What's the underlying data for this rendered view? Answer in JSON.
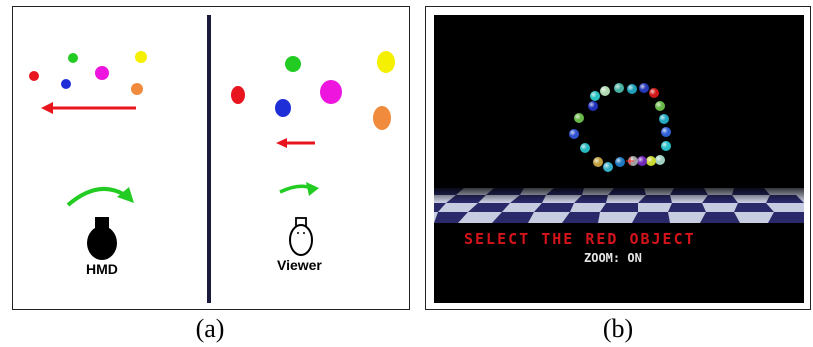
{
  "panel_a": {
    "label_left": "HMD",
    "label_right": "Viewer",
    "colors": {
      "red": "#e8141e",
      "green": "#22cc22",
      "blue": "#1f2fd8",
      "magenta": "#ee16de",
      "yellow": "#f4f000",
      "orange": "#f08a3c",
      "divider": "#1a1a3c"
    }
  },
  "panel_b": {
    "prompt": "SELECT THE RED OBJECT",
    "zoom_status": "ZOOM: ON",
    "colors": {
      "prompt": "#d4141a",
      "zoom": "#e6e6e6",
      "floor_light": "#c8cce0",
      "floor_dark": "#2a2a6a"
    }
  },
  "captions": {
    "a": "(a)",
    "b": "(b)"
  }
}
